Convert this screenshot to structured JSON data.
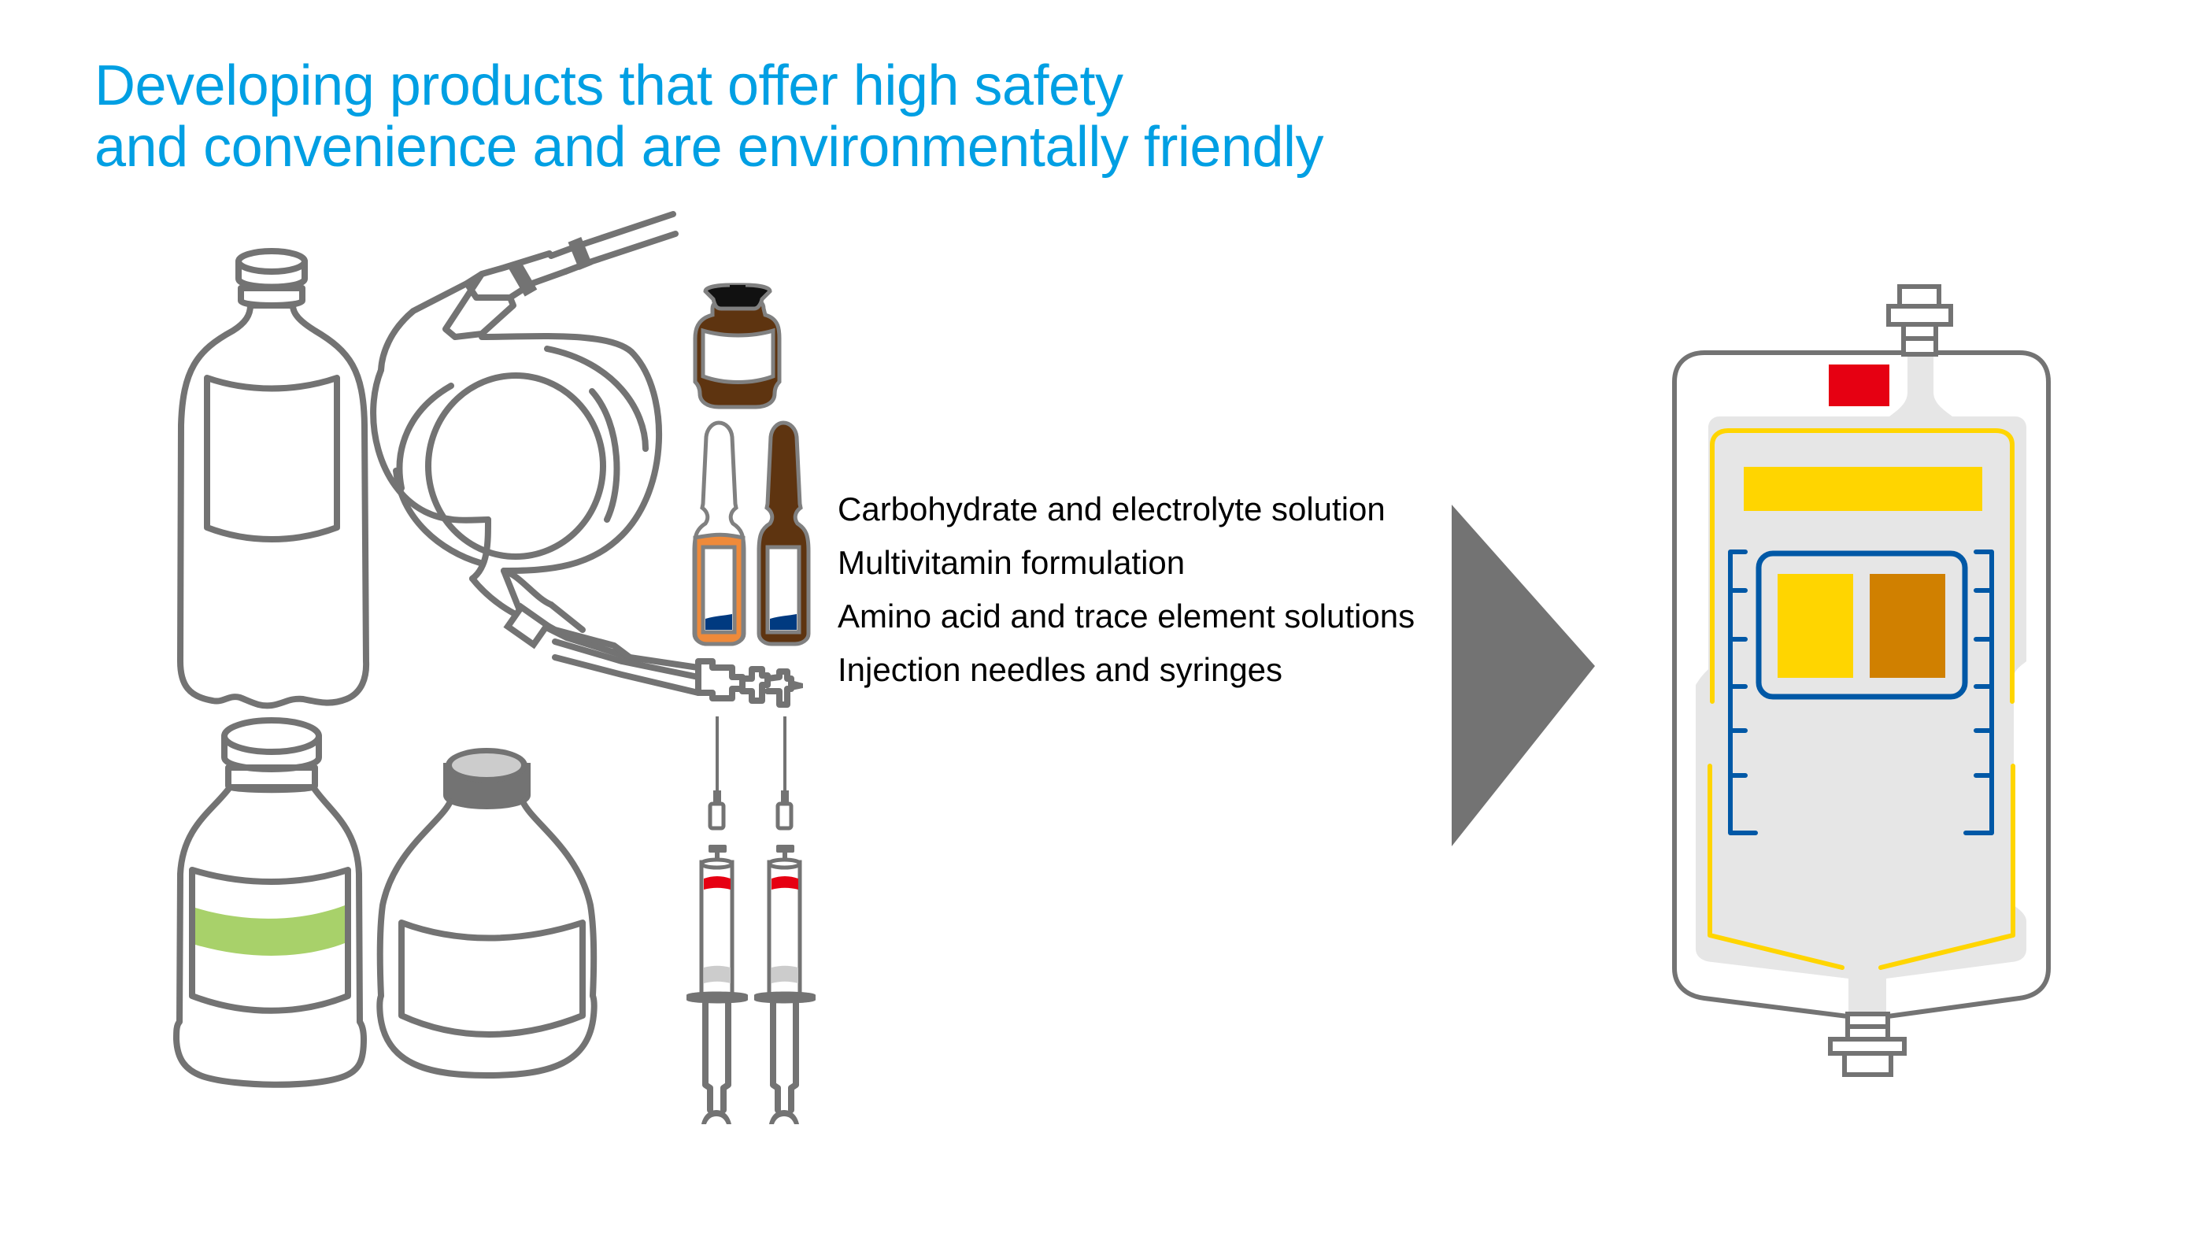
{
  "heading": {
    "line1": "Developing products that offer high safety",
    "line2": "and convenience and are environmentally friendly"
  },
  "product_categories": [
    {
      "label": "Carbohydrate and electrolyte solution"
    },
    {
      "label": "Multivitamin formulation"
    },
    {
      "label": "Amino acid and trace element solutions"
    },
    {
      "label": "Injection needles and syringes"
    }
  ],
  "illustrations": {
    "left_group": [
      "bottle-blue-cap-icon",
      "bottle-orange-cap-icon",
      "bottle-teal-label-icon",
      "iv-tubing-icon",
      "brown-vial-icon",
      "ampoule-orange-icon",
      "ampoule-brown-icon",
      "syringe-icon",
      "syringe-icon"
    ],
    "arrow": "arrow-right-icon",
    "right_group": [
      "multi-chamber-iv-bag-icon"
    ]
  },
  "colors": {
    "heading": "#009FE3",
    "outline": "#737373",
    "blue_cap": "#5B9BD5",
    "orange_cap": "#F0984A",
    "green_band": "#A8D16A",
    "teal_label": "#08AB98",
    "brown_glass": "#5E3410",
    "ampoule_orange": "#EF8A3A",
    "navy": "#003A80",
    "syringe_red": "#E60012",
    "connector_blue": "#BFE3F7",
    "bag_gray": "#E6E6E6",
    "bag_yellow": "#FFD500",
    "bag_orange": "#D08000",
    "bag_blue": "#0058A6",
    "bag_red": "#E60012"
  }
}
